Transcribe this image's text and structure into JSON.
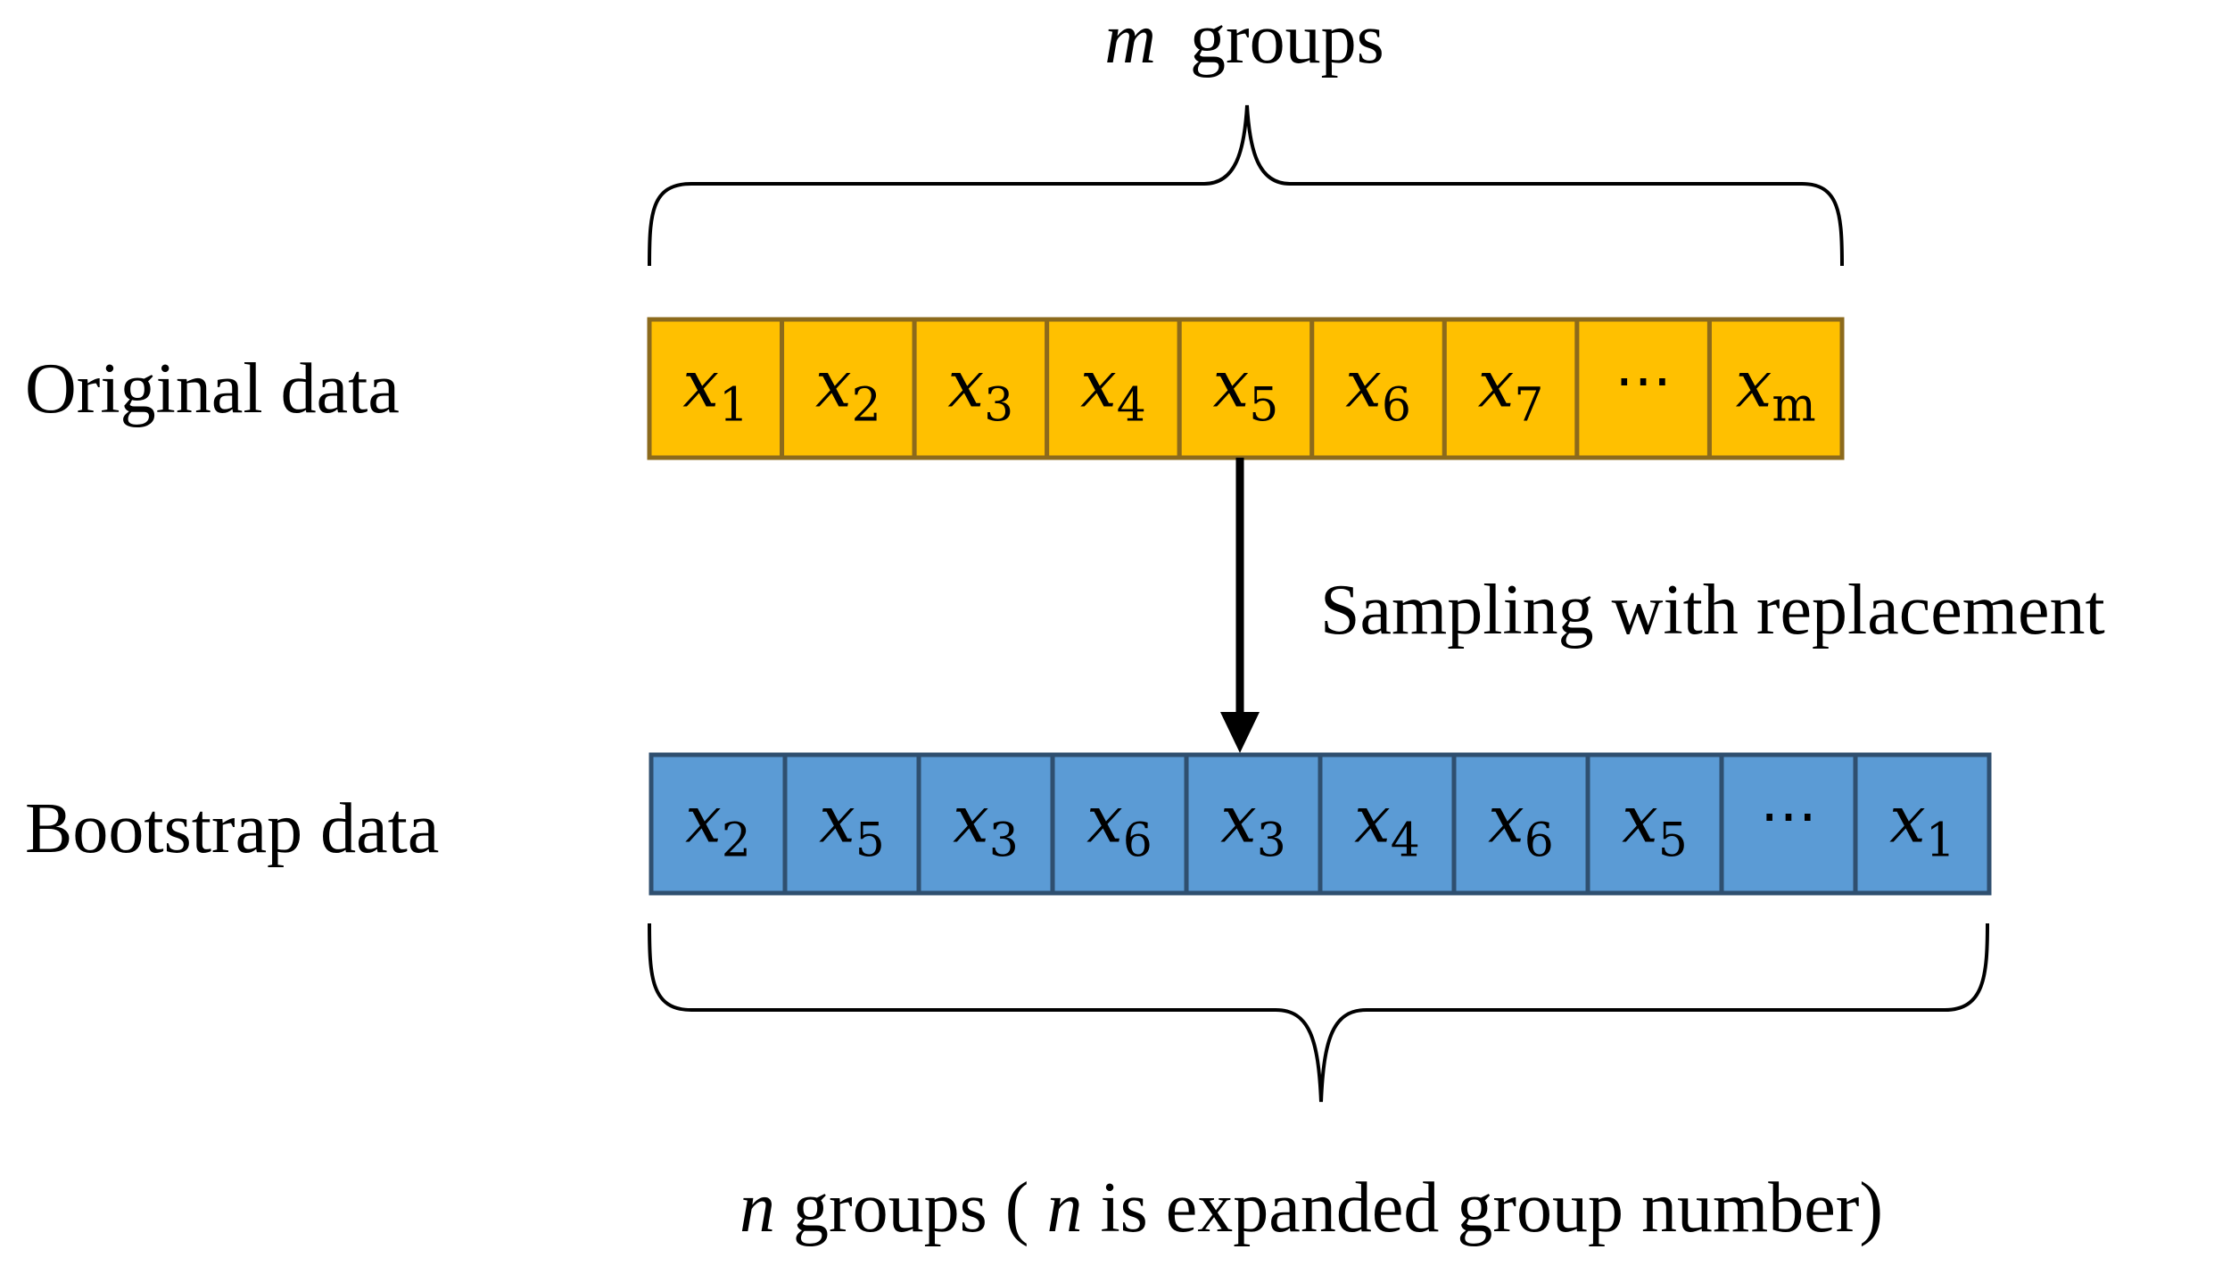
{
  "top_label": {
    "var": "m",
    "text": "groups"
  },
  "original": {
    "label": "Original data",
    "fill": "#FFC000",
    "stroke": "#8C6A1C",
    "cells": [
      {
        "base": "x",
        "sub": "1"
      },
      {
        "base": "x",
        "sub": "2"
      },
      {
        "base": "x",
        "sub": "3"
      },
      {
        "base": "x",
        "sub": "4"
      },
      {
        "base": "x",
        "sub": "5"
      },
      {
        "base": "x",
        "sub": "6"
      },
      {
        "base": "x",
        "sub": "7"
      },
      {
        "ellipsis": "⋯"
      },
      {
        "base": "x",
        "sub": "m",
        "sub_italic": true
      }
    ]
  },
  "arrow_label": "Sampling with replacement",
  "bootstrap": {
    "label": "Bootstrap data",
    "fill": "#5B9BD5",
    "stroke": "#2F4F6F",
    "cells": [
      {
        "base": "x",
        "sub": "2"
      },
      {
        "base": "x",
        "sub": "5"
      },
      {
        "base": "x",
        "sub": "3"
      },
      {
        "base": "x",
        "sub": "6"
      },
      {
        "base": "x",
        "sub": "3"
      },
      {
        "base": "x",
        "sub": "4"
      },
      {
        "base": "x",
        "sub": "6"
      },
      {
        "base": "x",
        "sub": "5"
      },
      {
        "ellipsis": "⋯"
      },
      {
        "base": "x",
        "sub": "1"
      }
    ]
  },
  "bottom_label": {
    "var1": "n",
    "text1": " groups (",
    "var2": "n",
    "text2": " is expanded group number)"
  }
}
